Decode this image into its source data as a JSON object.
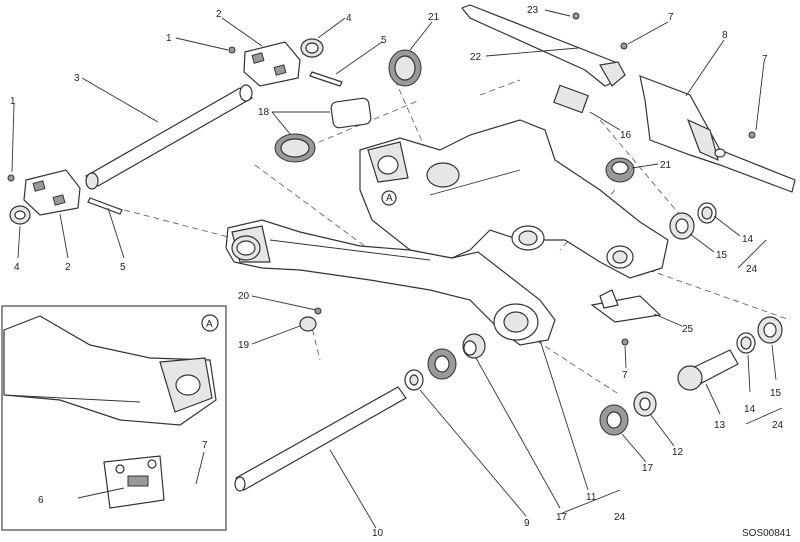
{
  "diagram_code": "SOS00841",
  "inset_tag": "A",
  "main_tag": "A",
  "labels": {
    "l1a": "1",
    "l1b": "1",
    "l2a": "2",
    "l2b": "2",
    "l3": "3",
    "l4a": "4",
    "l4b": "4",
    "l5a": "5",
    "l5b": "5",
    "l6": "6",
    "l7a": "7",
    "l7b": "7",
    "l7c": "7",
    "l7d": "7",
    "l8": "8",
    "l9": "9",
    "l10": "10",
    "l11": "11",
    "l12": "12",
    "l13": "13",
    "l14a": "14",
    "l14b": "14",
    "l15a": "15",
    "l15b": "15",
    "l16": "16",
    "l17a": "17",
    "l17b": "17",
    "l18": "18",
    "l19": "19",
    "l20": "20",
    "l21a": "21",
    "l21b": "21",
    "l22": "22",
    "l23": "23",
    "l24a": "24",
    "l24b": "24",
    "l24c": "24",
    "l25": "25"
  }
}
